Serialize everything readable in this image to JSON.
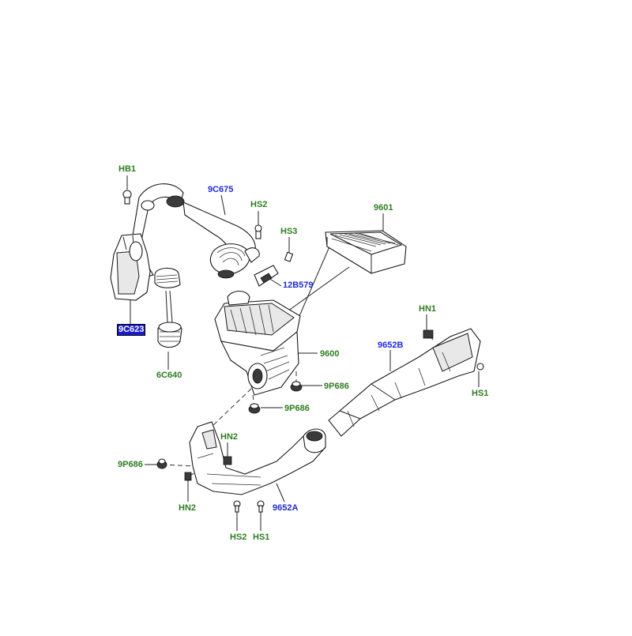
{
  "labels": {
    "HB1": "HB1",
    "9C675": "9C675",
    "HS2_top": "HS2",
    "HS3": "HS3",
    "9601": "9601",
    "12B579": "12B579",
    "9C623": "9C623",
    "HN1": "HN1",
    "9652B": "9652B",
    "9600": "9600",
    "HS1_right": "HS1",
    "6C640": "6C640",
    "9P686_a": "9P686",
    "9P686_b": "9P686",
    "HN2_top": "HN2",
    "9P686_left": "9P686",
    "HN2_bottom": "HN2",
    "9652A": "9652A",
    "HS2_bottom": "HS2",
    "HS1_bottom": "HS1"
  },
  "colors": {
    "part_number": "#1f2ad8",
    "fastener": "#2e7d1f",
    "selected_bg": "#1a1ad0"
  }
}
